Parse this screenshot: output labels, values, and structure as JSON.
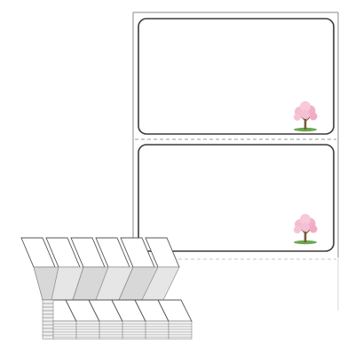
{
  "product": {
    "label_count_visible": 2,
    "label_shape": "rounded-rectangle",
    "label_decoration": "cherry-blossom-tree-icon",
    "perforation": "dashed",
    "format": "fanfold",
    "colors": {
      "background": "#ffffff",
      "label_border": "#3a3a3a",
      "fold_shadow": "#d8d8d8",
      "blossom": "#f2b6cc",
      "trunk": "#7a5a3a",
      "grass": "#6aa84f"
    }
  }
}
